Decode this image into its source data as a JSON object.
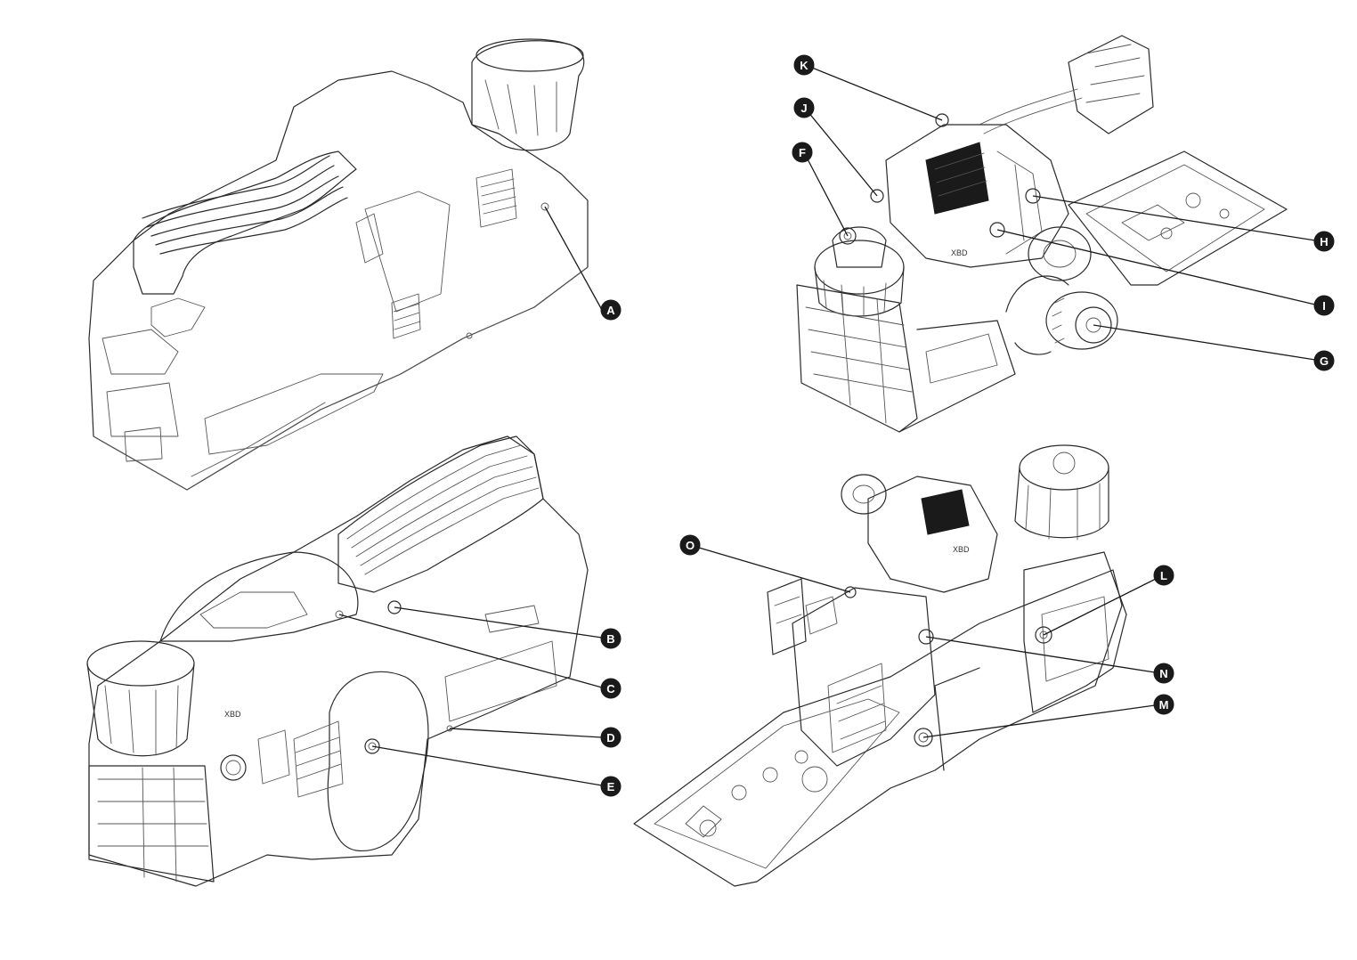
{
  "callouts": [
    {
      "id": "A"
    },
    {
      "id": "B"
    },
    {
      "id": "C"
    },
    {
      "id": "D"
    },
    {
      "id": "E"
    },
    {
      "id": "F"
    },
    {
      "id": "G"
    },
    {
      "id": "H"
    },
    {
      "id": "I"
    },
    {
      "id": "J"
    },
    {
      "id": "K"
    },
    {
      "id": "L"
    },
    {
      "id": "M"
    },
    {
      "id": "N"
    },
    {
      "id": "O"
    }
  ],
  "colors": {
    "line": "#2a2a2a",
    "callout_fill": "#111111",
    "callout_text": "#ffffff",
    "background": "#ffffff"
  },
  "marks": {
    "model_mark_1": "XBD",
    "model_mark_2": "XBD",
    "model_mark_3": "XBD"
  }
}
